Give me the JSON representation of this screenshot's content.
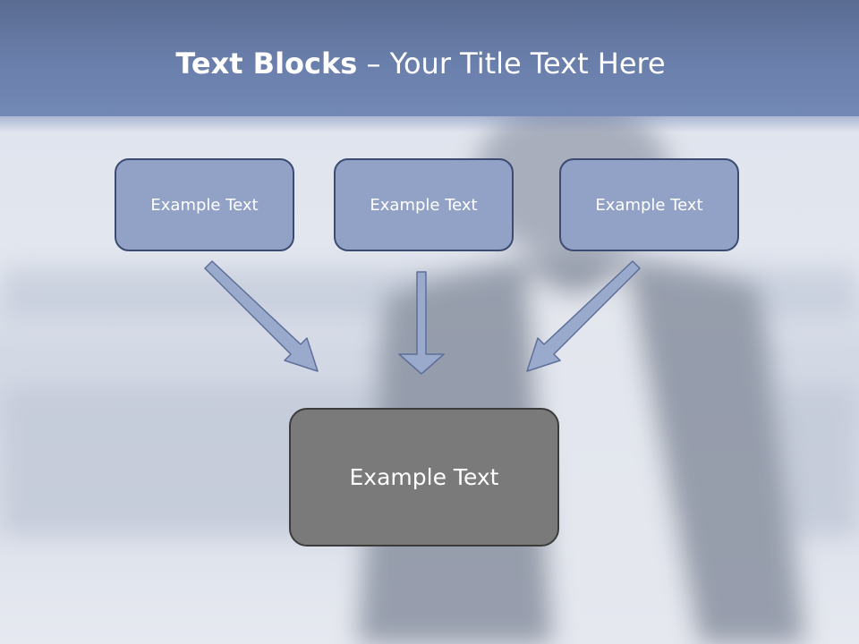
{
  "title": {
    "bold": "Text Blocks",
    "separator": " – ",
    "rest": "Your Title Text Here"
  },
  "blocks": [
    {
      "label": "Example Text"
    },
    {
      "label": "Example Text"
    },
    {
      "label": "Example Text"
    }
  ],
  "target": {
    "label": "Example Text"
  },
  "colors": {
    "header": "#6a7fab",
    "block_fill": "#92a2c6",
    "block_border": "#3b4b72",
    "target_fill": "#7a7a7a",
    "arrow_fill": "#9aaacd"
  }
}
